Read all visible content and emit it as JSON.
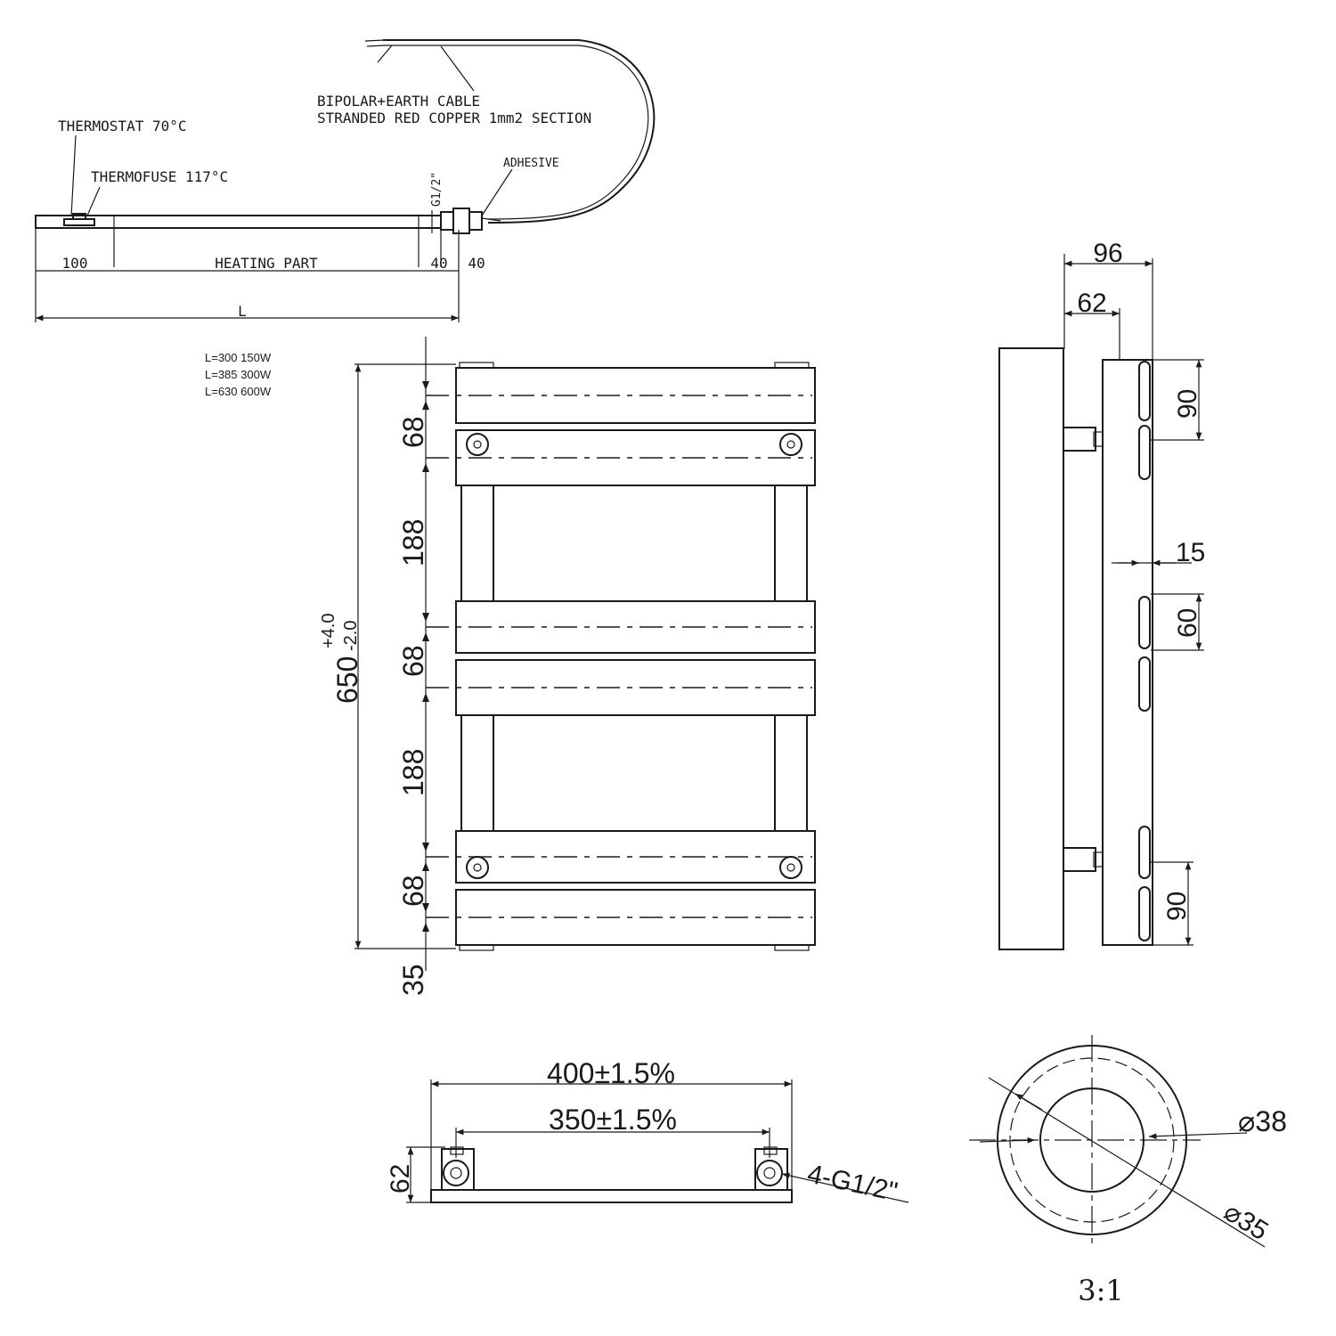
{
  "heater": {
    "thermostat": "THERMOSTAT 70°C",
    "thermofuse": "THERMOFUSE 117°C",
    "cable_line1": "BIPOLAR+EARTH CABLE",
    "cable_line2": "STRANDED RED COPPER 1mm2 SECTION",
    "adhesive": "ADHESIVE",
    "thread": "G1/2\"",
    "dim_100": "100",
    "heating_part": "HEATING PART",
    "dim_40a": "40",
    "dim_40b": "40",
    "length": "L",
    "ratings": [
      "L=300 150W",
      "L=385 300W",
      "L=630 600W"
    ]
  },
  "front_view": {
    "height_main": "650",
    "tol_plus": "+4.0",
    "tol_minus": "-2.0",
    "dims": [
      "68",
      "188",
      "68",
      "188",
      "68",
      "35"
    ]
  },
  "side_view": {
    "depth_total": "96",
    "depth_pipe": "62",
    "top_bracket": "90",
    "gap": "15",
    "slot": "60",
    "bottom_bracket": "90"
  },
  "bottom_view": {
    "width": "400±1.5%",
    "centers": "350±1.5%",
    "depth": "62",
    "connections": "4-G1/2\""
  },
  "detail": {
    "outer_diameter": "⌀38",
    "inner_diameter": "⌀35",
    "scale": "3:1"
  }
}
